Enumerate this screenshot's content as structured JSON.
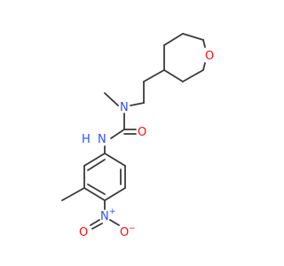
{
  "molecule": {
    "atoms": {
      "N_amide": "N",
      "N_H": "N",
      "H": "H",
      "O_carbonyl": "O",
      "O_ring": "O",
      "N_nitro": "N",
      "nitro_plus": "+",
      "O_nitro_left": "O",
      "O_nitro_right": "O",
      "nitro_minus": "−"
    },
    "colors": {
      "carbon_bond": "#3a3a3a",
      "nitrogen": "#3050F8",
      "oxygen": "#FF0D0D"
    }
  }
}
